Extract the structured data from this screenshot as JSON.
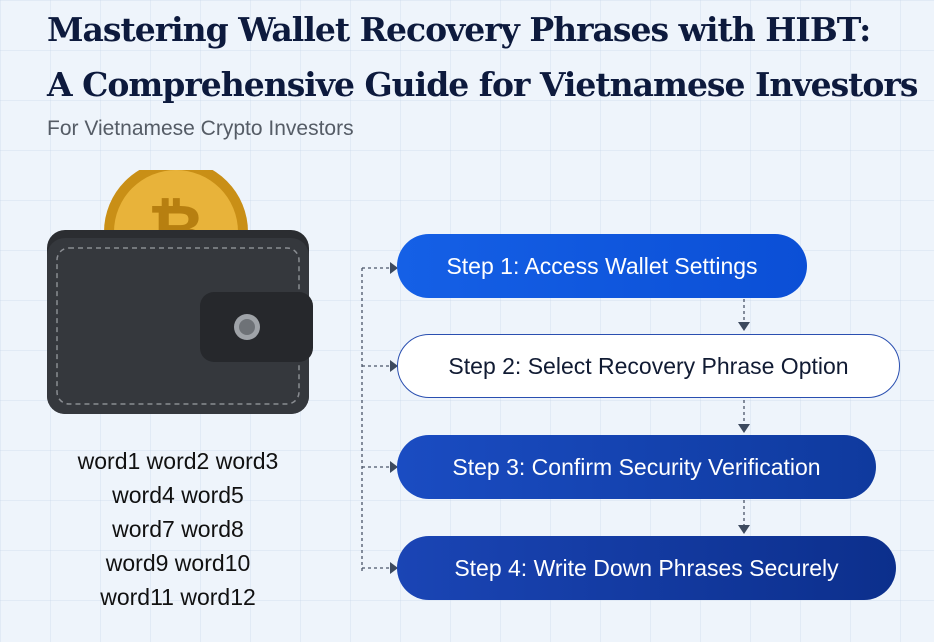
{
  "title": {
    "line1": "Mastering Wallet Recovery Phrases with HIBT:",
    "line2": "A Comprehensive Guide for Vietnamese Investors"
  },
  "subtitle": "For Vietnamese Crypto Investors",
  "recovery_words": [
    "word1 word2 word3",
    "word4 word5",
    "word7 word8",
    "word9 word10",
    "word11 word12"
  ],
  "steps": [
    {
      "label": "Step 1: Access Wallet Settings"
    },
    {
      "label": "Step 2: Select Recovery Phrase Option"
    },
    {
      "label": "Step 3: Confirm Security Verification"
    },
    {
      "label": "Step 4: Write Down Phrases Securely"
    }
  ],
  "colors": {
    "navy": "#0d1a3d",
    "blue": "#1560e6",
    "dark_blue": "#0c2f8c"
  }
}
